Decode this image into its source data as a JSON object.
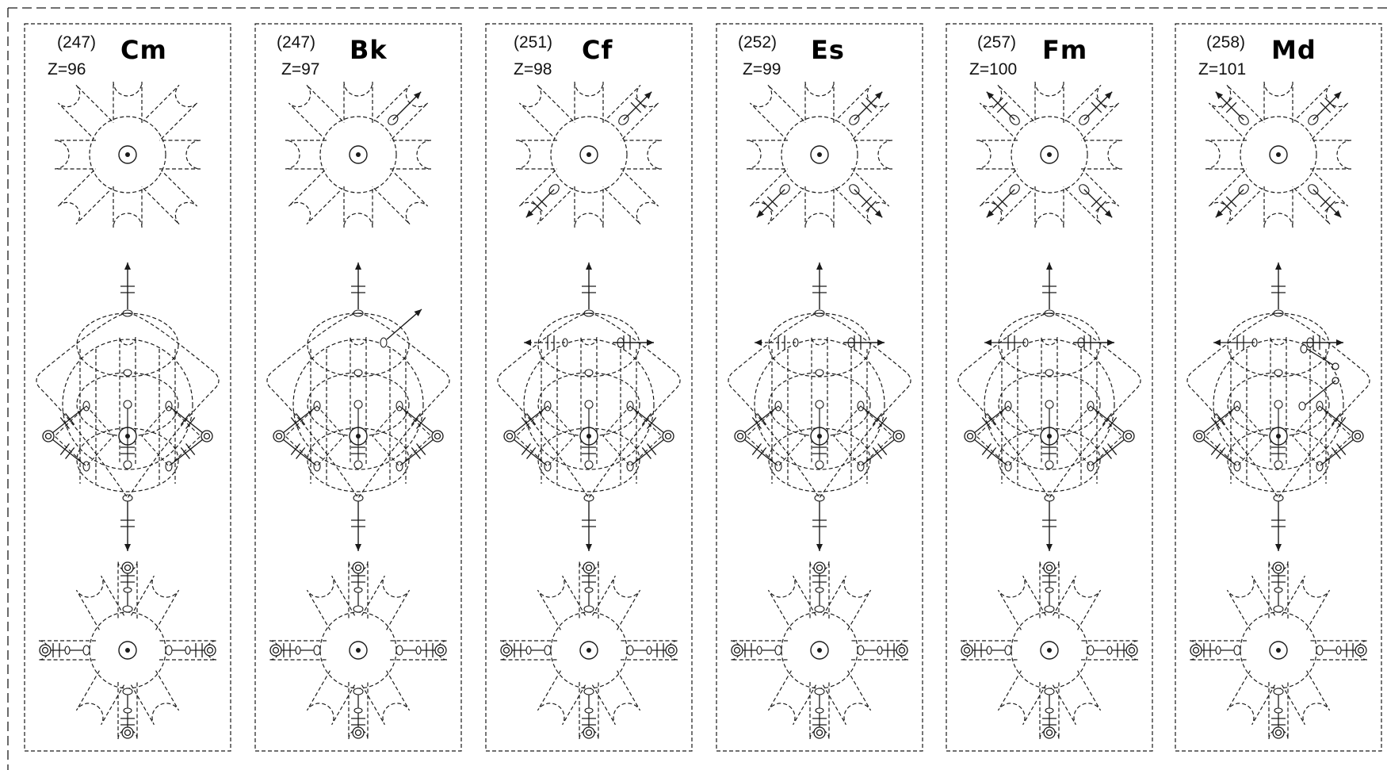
{
  "elements": [
    {
      "mass_number": "(247)",
      "atomic_number": "Z=96",
      "symbol": "Cm",
      "variant": 0
    },
    {
      "mass_number": "(247)",
      "atomic_number": "Z=97",
      "symbol": "Bk",
      "variant": 1
    },
    {
      "mass_number": "(251)",
      "atomic_number": "Z=98",
      "symbol": "Cf",
      "variant": 2
    },
    {
      "mass_number": "(252)",
      "atomic_number": "Z=99",
      "symbol": "Es",
      "variant": 3
    },
    {
      "mass_number": "(257)",
      "atomic_number": "Z=100",
      "symbol": "Fm",
      "variant": 4
    },
    {
      "mass_number": "(258)",
      "atomic_number": "Z=101",
      "symbol": "Md",
      "variant": 5
    }
  ],
  "colors": {
    "stroke": "#1a1a1a",
    "background": "#ffffff"
  }
}
